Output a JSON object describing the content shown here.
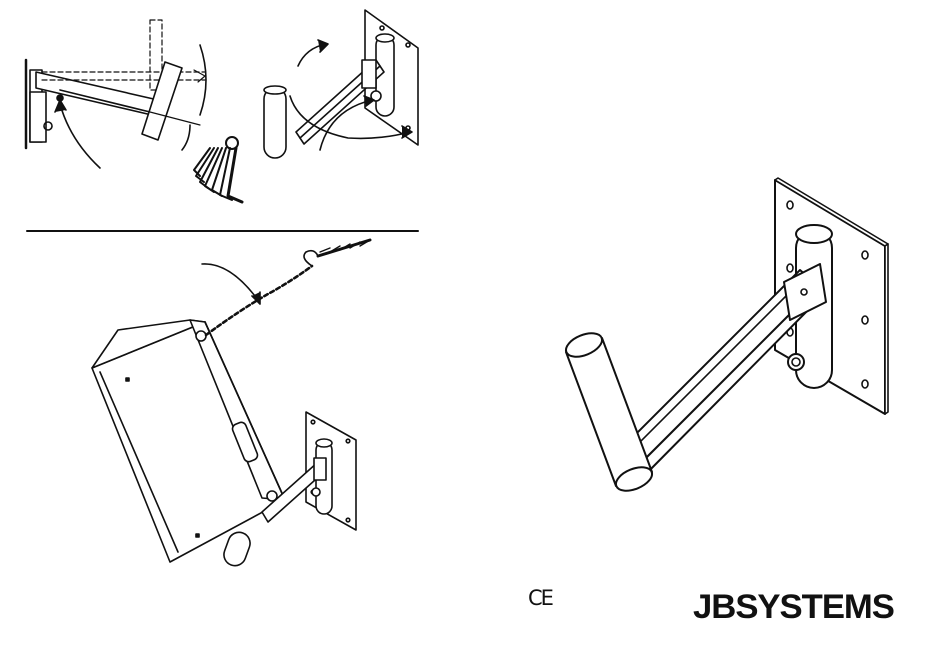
{
  "document": {
    "brand": "JBSYSTEMS",
    "certification_mark": "CE"
  },
  "figures": [
    {
      "name": "adjust-arm-illustration",
      "icon": "hex-key-set-icon"
    },
    {
      "name": "rotate-arm-illustration",
      "icon": "rotation-arrows-icon"
    },
    {
      "name": "speaker-mounted-illustration",
      "icon": "safety-cable-icon"
    },
    {
      "name": "wall-bracket-product-illustration",
      "icon": "wall-bracket-icon"
    }
  ]
}
